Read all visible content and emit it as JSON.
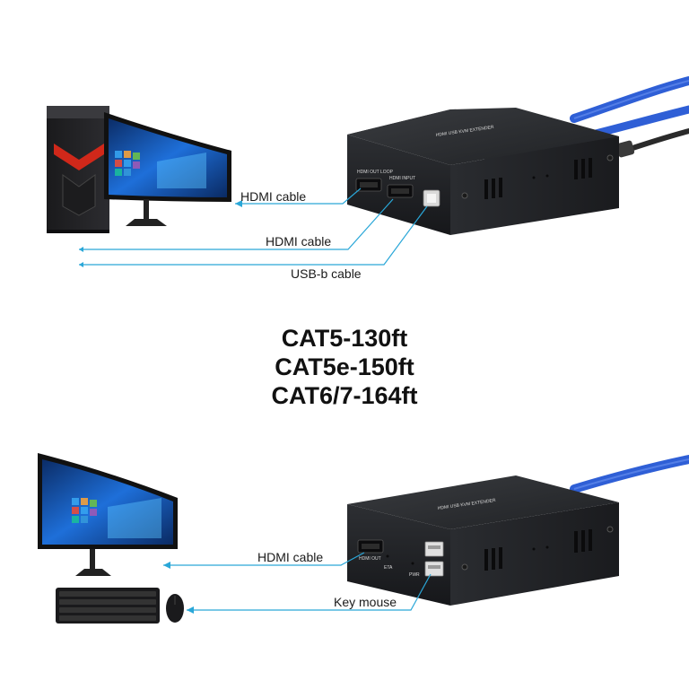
{
  "top_section": {
    "labels": {
      "hdmi_out": "HDMI cable",
      "hdmi_in": "HDMI cable",
      "usb_b": "USB-b cable"
    },
    "device_label": "HDMI USB KVM EXTENDER",
    "port_labels": {
      "hdmi_out": "HDMI OUT LOOP",
      "hdmi_in": "HDMI INPUT"
    }
  },
  "distances": {
    "line1": "CAT5-130ft",
    "line2": "CAT5e-150ft",
    "line3": "CAT6/7-164ft"
  },
  "bottom_section": {
    "labels": {
      "hdmi": "HDMI cable",
      "keymouse": "Key mouse"
    },
    "device_label": "HDMI USB KVM EXTENDER",
    "port_labels": {
      "hdmi_out": "HDMI OUT",
      "eta": "ETA",
      "pwr": "PWR"
    }
  },
  "colors": {
    "wire": "#2aa7d8",
    "network_cable": "#2f5fd6",
    "device_body": "#2b2d31",
    "text": "#111111"
  }
}
